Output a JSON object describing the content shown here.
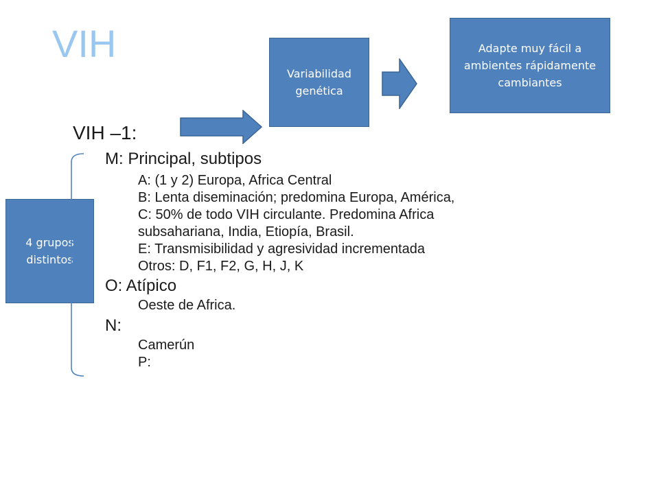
{
  "title": "VIH",
  "boxes": {
    "variabilidad": "Variabilidad genética",
    "adapte": "Adapte muy fácil a ambientes rápidamente cambiantes",
    "grupos": "4 grupos distintos"
  },
  "content": {
    "vih1": "VIH –1:",
    "m_heading": "M: Principal, subtipos",
    "m_items": [
      "A: (1 y 2) Europa, Africa Central",
      "B: Lenta diseminación; predomina Europa, América,",
      "C: 50% de todo VIH circulante. Predomina Africa",
      "subsahariana, India, Etiopía, Brasil.",
      "E: Transmisibilidad y agresividad incrementada",
      "Otros: D, F1, F2, G, H, J, K"
    ],
    "o_heading": "O: Atípico",
    "o_item": "Oeste de Africa.",
    "n_heading": "N:",
    "n_items": [
      "Camerún",
      "P:"
    ]
  },
  "colors": {
    "title": "#9ac7ef",
    "box_fill": "#4f81bd",
    "box_border": "#3a6594",
    "box_text": "#ffffff"
  }
}
